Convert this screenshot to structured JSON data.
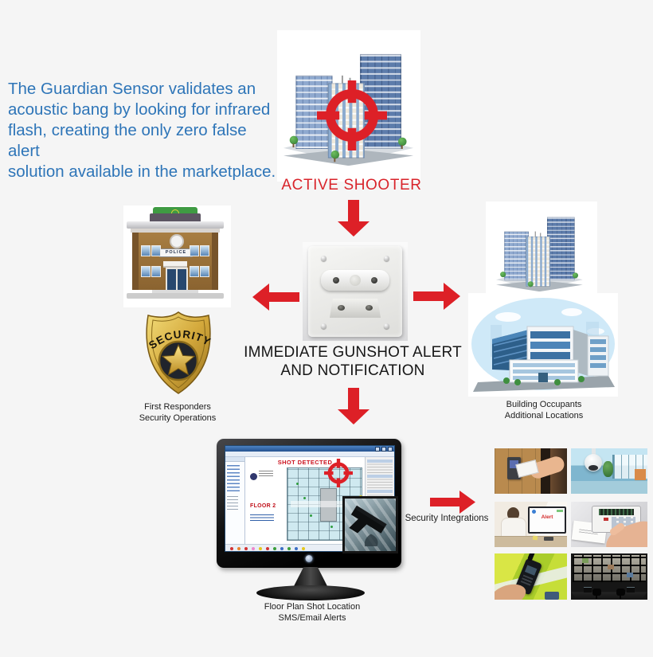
{
  "colors": {
    "background": "#f5f5f5",
    "accent_red": "#dd2027",
    "intro_blue": "#2e75b8",
    "text_black": "#1b1b1b"
  },
  "intro": {
    "lines": [
      "The Guardian Sensor validates an",
      "acoustic bang by looking for infrared",
      "flash, creating the only zero false alert",
      "solution available in the marketplace."
    ]
  },
  "active_shooter": {
    "label": "ACTIVE SHOOTER"
  },
  "sensor": {
    "caption_line1": "IMMEDIATE GUNSHOT ALERT",
    "caption_line2": "AND NOTIFICATION"
  },
  "first_responders": {
    "caption_line1": "First Responders",
    "caption_line2": "Security Operations",
    "badge_text": "SECURITY",
    "police_sign": "POLICE"
  },
  "building_occupants": {
    "caption_line1": "Building Occupants",
    "caption_line2": "Additional Locations"
  },
  "floor_plan_monitor": {
    "screen_alert": "SHOT DETECTED",
    "floor_label": "FLOOR 2",
    "caption_line1": "Floor Plan Shot Location",
    "caption_line2": "SMS/Email Alerts"
  },
  "security_integrations": {
    "label": "Security Integrations",
    "alert_popup_text": "Alert",
    "photo_names": [
      "access-control-badge-reader",
      "dome-security-camera",
      "desk-alert-monitor",
      "alarm-keypad",
      "security-guard-radio",
      "video-wall-control-room"
    ]
  },
  "icons": {
    "crosshair_icon": "red target crosshair",
    "flow_arrow_icon": "red block arrow"
  }
}
